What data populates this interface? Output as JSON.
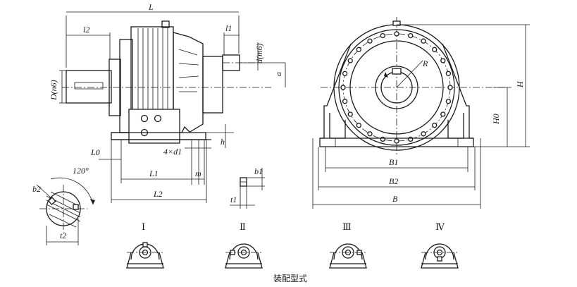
{
  "side_view": {
    "labels": {
      "L": "L",
      "l2": "l2",
      "l1": "l1",
      "d": "d(m6)",
      "a": "a",
      "D": "D(n6)",
      "L0": "L0",
      "four_d1": "4×d1",
      "h": "h",
      "L1": "L1",
      "m": "m",
      "L2": "L2"
    }
  },
  "shaft_section": {
    "labels": {
      "angle": "120°",
      "b2": "b2",
      "t2": "t2"
    }
  },
  "key_detail": {
    "labels": {
      "b1": "b1",
      "t1": "t1"
    }
  },
  "front_view": {
    "labels": {
      "R": "R",
      "H": "H",
      "H0": "H0",
      "B1": "B1",
      "B2": "B2",
      "B": "B"
    }
  },
  "assembly_forms": {
    "caption": "装配型式",
    "forms": [
      {
        "numeral": "Ⅰ"
      },
      {
        "numeral": "Ⅱ"
      },
      {
        "numeral": "Ⅲ"
      },
      {
        "numeral": "Ⅳ"
      }
    ]
  }
}
